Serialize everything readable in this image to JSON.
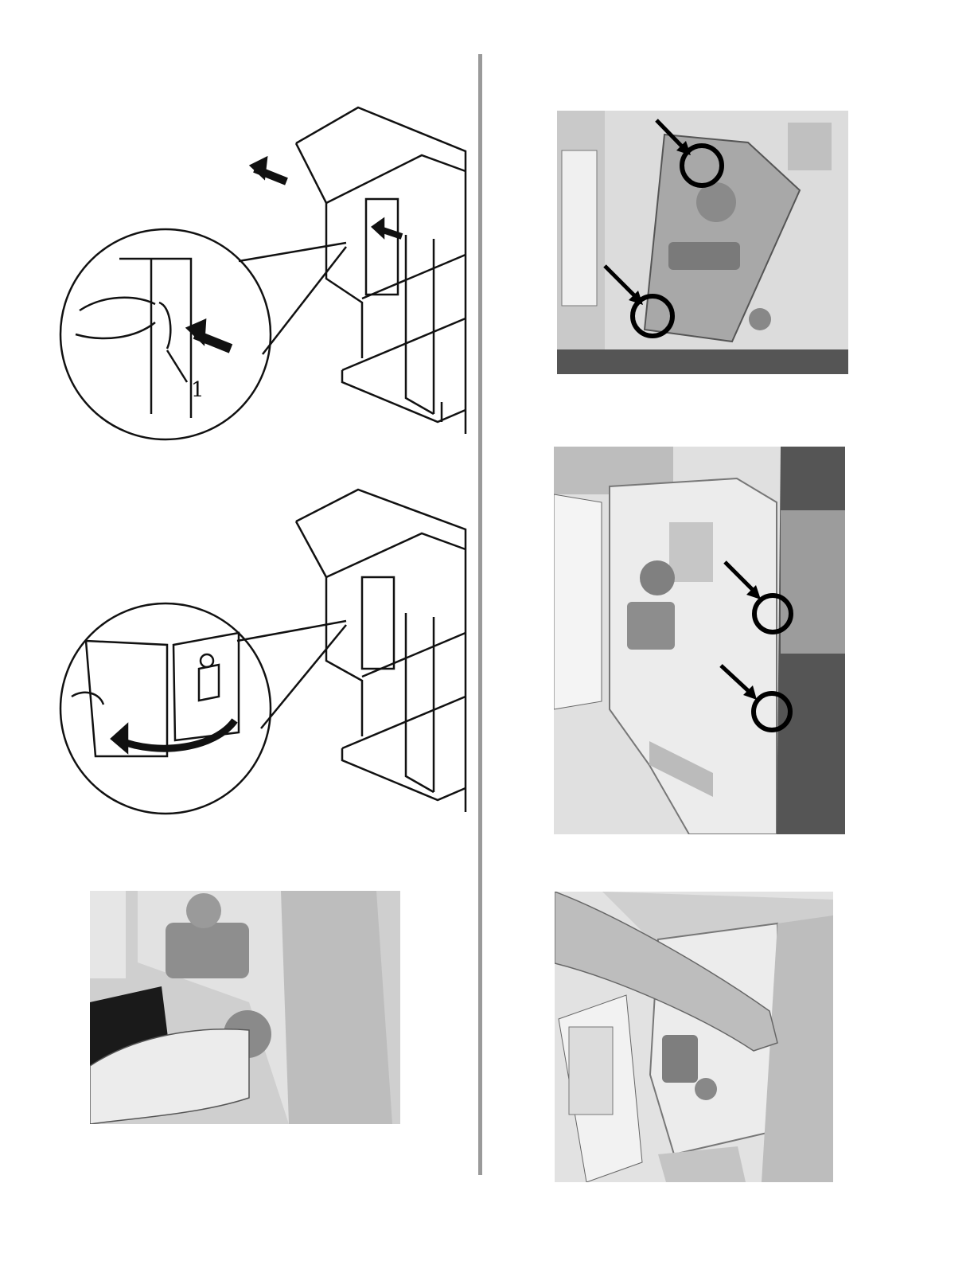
{
  "figures": [
    {
      "id": "fig1",
      "kind": "line-drawing",
      "callout": "1"
    },
    {
      "id": "fig2",
      "kind": "line-drawing"
    },
    {
      "id": "fig3",
      "kind": "photo"
    },
    {
      "id": "fig4",
      "kind": "photo"
    },
    {
      "id": "fig5",
      "kind": "photo"
    },
    {
      "id": "fig6",
      "kind": "photo"
    }
  ],
  "colors": {
    "divider": "#9a9a9a",
    "ink": "#111111",
    "photo_bg": "#d6d6d6"
  }
}
